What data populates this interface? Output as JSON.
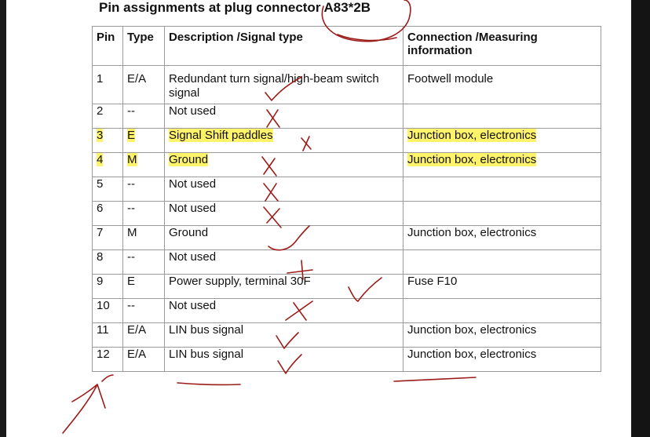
{
  "document": {
    "title": "Pin assignments at plug connector A83*2B",
    "columns": [
      "Pin",
      "Type",
      "Description /Signal type",
      "Connection /Measuring information"
    ],
    "rows": [
      {
        "pin": "1",
        "type": "E/A",
        "desc": "Redundant turn signal/high-beam switch signal",
        "conn": "Footwell module",
        "highlight": false
      },
      {
        "pin": "2",
        "type": "--",
        "desc": "Not used",
        "conn": "",
        "highlight": false
      },
      {
        "pin": "3",
        "type": "E",
        "desc": "Signal Shift paddles",
        "conn": "Junction box, electronics",
        "highlight": true
      },
      {
        "pin": "4",
        "type": "M",
        "desc": "Ground",
        "conn": "Junction box, electronics",
        "highlight": true
      },
      {
        "pin": "5",
        "type": "--",
        "desc": "Not used",
        "conn": "",
        "highlight": false
      },
      {
        "pin": "6",
        "type": "--",
        "desc": "Not used",
        "conn": "",
        "highlight": false
      },
      {
        "pin": "7",
        "type": "M",
        "desc": "Ground",
        "conn": "Junction box, electronics",
        "highlight": false
      },
      {
        "pin": "8",
        "type": "--",
        "desc": "Not used",
        "conn": "",
        "highlight": false
      },
      {
        "pin": "9",
        "type": "E",
        "desc": "Power supply, terminal 30F",
        "conn": "Fuse F10",
        "highlight": false
      },
      {
        "pin": "10",
        "type": "--",
        "desc": "Not used",
        "conn": "",
        "highlight": false
      },
      {
        "pin": "11",
        "type": "E/A",
        "desc": "LIN bus signal",
        "conn": "Junction box, electronics",
        "highlight": false
      },
      {
        "pin": "12",
        "type": "E/A",
        "desc": "LIN bus signal",
        "conn": "Junction box, electronics",
        "highlight": false
      }
    ]
  },
  "colors": {
    "highlight": "#fff36a",
    "ink": "#9b1c18",
    "grid": "#9a9a9a"
  }
}
